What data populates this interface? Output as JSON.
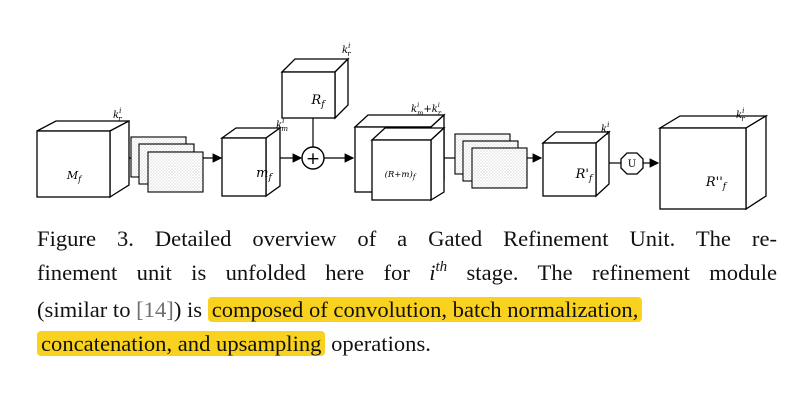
{
  "figure": {
    "blocks": {
      "Mf": {
        "label": "M",
        "sub": "f",
        "sup_base": "k",
        "sup_top": "i",
        "sup_bottom": "r"
      },
      "mf": {
        "label": "m",
        "sub": "f",
        "sup_base": "k",
        "sup_top": "i",
        "sup_bottom": "m"
      },
      "Rf": {
        "label": "R",
        "sub": "f",
        "sup_base": "k",
        "sup_top": "i",
        "sup_bottom": "r"
      },
      "Rmf": {
        "label": "(R+m)",
        "sub": "f",
        "sup_text": "k",
        "sup_top_a": "i",
        "sup_bottom_a": "m",
        "sup_plus": "+",
        "sup_text_b": "k",
        "sup_top_b": "i",
        "sup_bottom_b": "r"
      },
      "Rpf": {
        "label": "R'",
        "sub": "f",
        "sup_base": "k",
        "sup_top": "i",
        "sup_bottom": "r"
      },
      "Rppf": {
        "label": "R''",
        "sub": "f",
        "sup_base": "k",
        "sup_top": "i",
        "sup_bottom": "r"
      }
    },
    "plus_symbol": "+",
    "upsample_symbol": "U"
  },
  "caption": {
    "line1": "Figure 3. Detailed overview of a Gated Refinement Unit. The re-",
    "line2_a": "finement unit is unfolded here for ",
    "line2_i": "i",
    "line2_th": "th",
    "line2_b": " stage. The refinement module",
    "line3_a": "(similar to ",
    "line3_ref": "[14]",
    "line3_b": ") is ",
    "highlight_1": "composed of convolution, batch normalization,",
    "highlight_2": "concatenation, and upsampling",
    "line4_b": " operations.",
    "highlight_color": "#f9d21f"
  }
}
